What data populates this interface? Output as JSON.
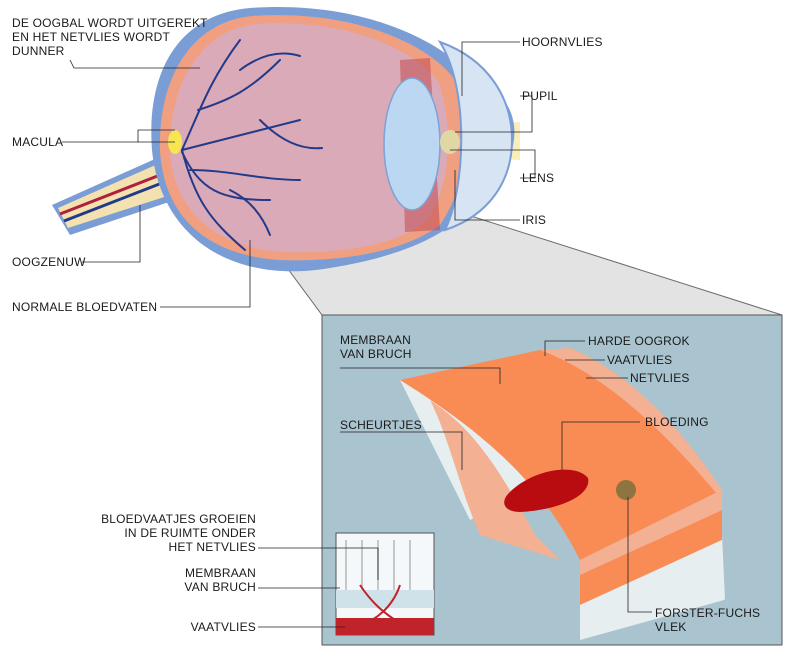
{
  "labels": {
    "eyeball_stretched": [
      "DE OOGBAL WORDT UITGEREKT",
      "EN HET NETVLIES WORDT",
      "DUNNER"
    ],
    "macula": "MACULA",
    "optic_nerve": "OOGZENUW",
    "normal_vessels": "NORMALE BLOEDVATEN",
    "cornea": "HOORNVLIES",
    "pupil": "PUPIL",
    "lens": "LENS",
    "iris": "IRIS",
    "bruch_membrane": [
      "MEMBRAAN",
      "VAN BRUCH"
    ],
    "sclera": "HARDE OOGROK",
    "choroid": "VAATVLIES",
    "retina": "NETVLIES",
    "tears": "SCHEURTJES",
    "bleeding": "BLOEDING",
    "vessels_growing": [
      "BLOEDVAATJES GROEIEN",
      "IN DE RUIMTE ONDER",
      "HET NETVLIES"
    ],
    "bruch_membrane_detail": [
      "MEMBRAAN",
      "VAN BRUCH"
    ],
    "choroid_detail": "VAATVLIES",
    "forster_fuchs": [
      "FORSTER-FUCHS",
      "VLEK"
    ]
  },
  "colors": {
    "panel_bg": "#a9c3cf",
    "sclera_outer": "#7b9dd6",
    "eye_interior": "#dbaab8",
    "retina_layer": "#f0a080",
    "optic_nerve": "#f3e2b0",
    "vessels": "#233a8a",
    "light_beam": "#f7ecac",
    "tissue_orange": "#f98c55",
    "tissue_pink": "#f4b092",
    "tissue_white": "#e7eef0",
    "blood": "#b80c10"
  }
}
